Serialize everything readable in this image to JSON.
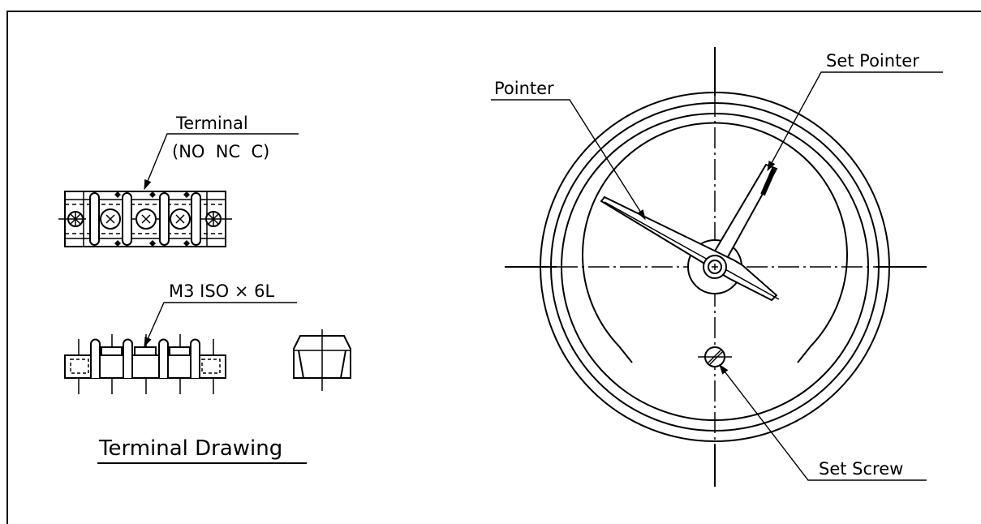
{
  "labels": {
    "terminal": "Terminal",
    "terminal_sub": "(NO  NC  C)",
    "screw_spec": "M3 ISO × 6L",
    "terminal_drawing": "Terminal Drawing",
    "pointer": "Pointer",
    "set_pointer": "Set Pointer",
    "set_screw": "Set Screw"
  },
  "colors": {
    "line": "#000000",
    "background": "#ffffff"
  }
}
